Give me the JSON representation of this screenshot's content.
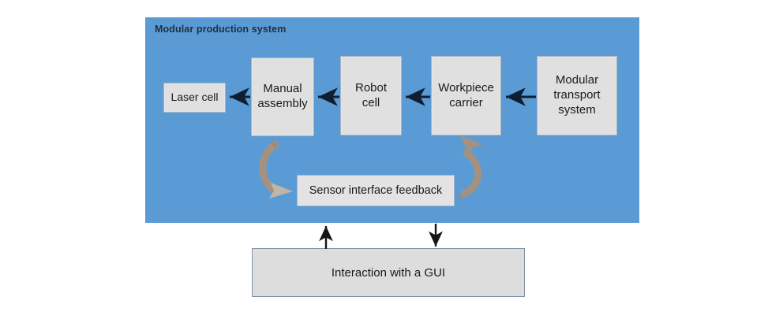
{
  "diagram": {
    "title": "Modular production system",
    "panel_color": "#5B9BD5",
    "box_fill": "#E0E0E0",
    "arrow_color": "#0F1F33",
    "curved_arrow_color": "#9C8B7A"
  },
  "boxes": {
    "laser_cell": "Laser cell",
    "manual_assembly": "Manual\nassembly",
    "robot_cell": "Robot\ncell",
    "workpiece_carrier": "Workpiece\ncarrier",
    "modular_transport_system": "Modular\ntransport\nsystem",
    "sensor_interface_feedback": "Sensor interface feedback",
    "interaction_with_gui": "Interaction with a GUI"
  },
  "flow": {
    "chain": [
      "Modular transport system",
      "Workpiece carrier",
      "Robot cell",
      "Manual assembly",
      "Laser cell"
    ],
    "direction": "right-to-left"
  },
  "connectors": [
    {
      "name": "transport-to-workpiece",
      "from": "Modular transport system",
      "to": "Workpiece carrier",
      "style": "straight-arrow-left"
    },
    {
      "name": "workpiece-to-robot",
      "from": "Workpiece carrier",
      "to": "Robot cell",
      "style": "straight-arrow-left"
    },
    {
      "name": "robot-to-manual",
      "from": "Robot cell",
      "to": "Manual assembly",
      "style": "straight-arrow-left"
    },
    {
      "name": "manual-to-laser",
      "from": "Manual assembly",
      "to": "Laser cell",
      "style": "straight-arrow-left"
    },
    {
      "name": "manual-to-sensor",
      "from": "Manual assembly",
      "to": "Sensor interface feedback",
      "style": "curved-arrow-down-right"
    },
    {
      "name": "sensor-to-workpiece",
      "from": "Sensor interface feedback",
      "to": "Workpiece carrier",
      "style": "curved-arrow-up-left"
    },
    {
      "name": "gui-to-system",
      "from": "Interaction with a GUI",
      "to": "Modular production system",
      "style": "vertical-arrow-up"
    },
    {
      "name": "system-to-gui",
      "from": "Modular production system",
      "to": "Interaction with a GUI",
      "style": "vertical-arrow-down"
    }
  ]
}
